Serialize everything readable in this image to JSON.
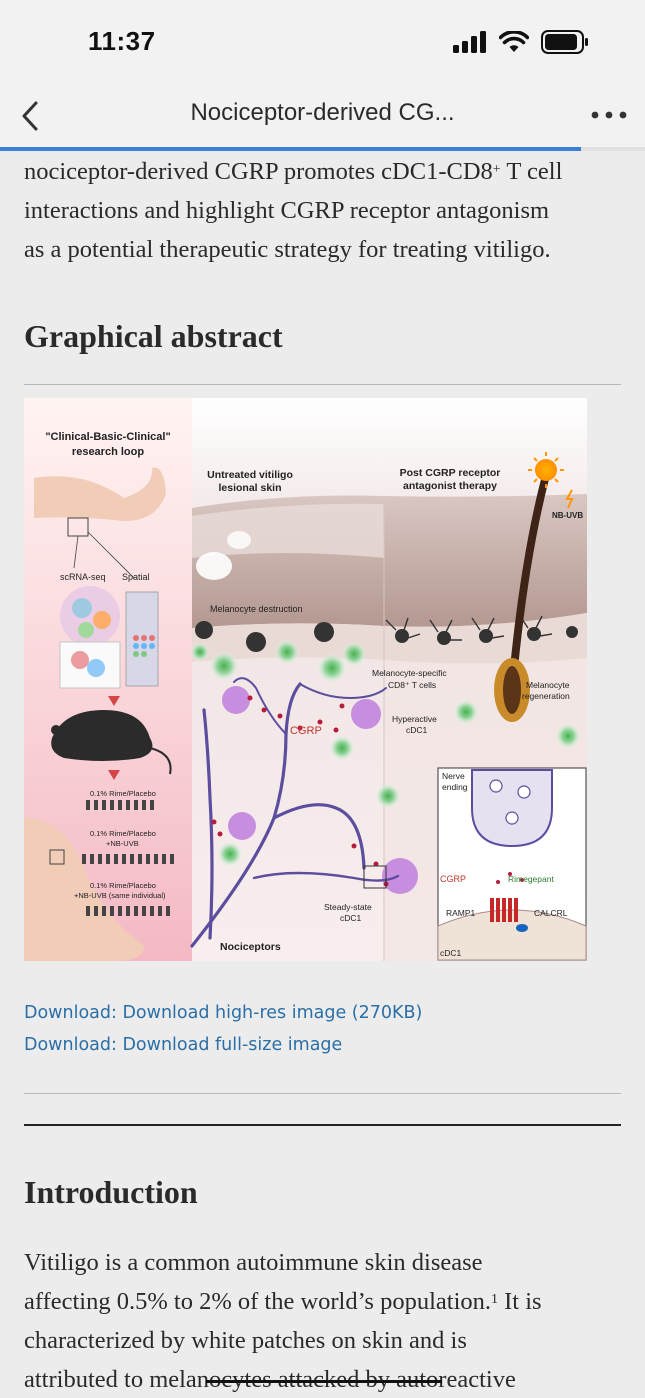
{
  "status": {
    "time": "11:37"
  },
  "nav": {
    "title": "Nociceptor-derived CG...",
    "progress": 0.9
  },
  "abstract": {
    "line1_pre": "nociceptor-derived CGRP promotes cDC1-CD8",
    "line1_sup": "+",
    "line1_post": " T cell",
    "line2": "interactions and highlight CGRP receptor antagonism",
    "line3": "as a potential therapeutic strategy for treating vitiligo."
  },
  "graphical_abstract": {
    "heading": "Graphical abstract",
    "figure": {
      "loop_title": "\"Clinical-Basic-Clinical\"",
      "loop_subtitle": "research loop",
      "untreated_1": "Untreated vitiligo",
      "untreated_2": "lesional skin",
      "post_1": "Post CGRP receptor",
      "post_2": "antagonist therapy",
      "nb_uvb": "NB-UVB",
      "scrna": "scRNA-seq",
      "spatial": "Spatial",
      "melanocyte_destruction": "Melanocyte destruction",
      "cd8_1": "Melanocyte-specific",
      "cd8_2": "CD8⁺ T cells",
      "regen_1": "Melanocyte",
      "regen_2": "regeneration",
      "cgrp": "CGRP",
      "hyper_1": "Hyperactive",
      "hyper_2": "cDC1",
      "rime_1": "0.1% Rime/Placebo",
      "rime_2a": "0.1% Rime/Placebo",
      "rime_2b": "+NB-UVB",
      "rime_3a": "0.1% Rime/Placebo",
      "rime_3b": "+NB-UVB (same individual)",
      "nerve_1": "Nerve",
      "nerve_2": "ending",
      "inset_cgrp": "CGRP",
      "rimegepant": "Rimegepant",
      "ramp1": "RAMP1",
      "calcrl": "CALCRL",
      "cdc1": "cDC1",
      "steady_1": "Steady-state",
      "steady_2": "cDC1",
      "nociceptors": "Nociceptors"
    }
  },
  "downloads": {
    "high_res": "Download: Download high-res image (270KB)",
    "full_size": "Download: Download full-size image"
  },
  "introduction": {
    "heading": "Introduction",
    "line1": "Vitiligo is a common autoimmune skin disease",
    "line2_pre": "affecting 0.5% to 2% of the world’s population.",
    "line2_sup": "1",
    "line2_post": " It is",
    "line3": "characterized by white patches on skin and is",
    "line4": "attributed to melanocytes attacked by autoreactive"
  },
  "colors": {
    "link": "#2a6fa8",
    "progress": "#3d7fd6",
    "background": "#ececec"
  },
  "icons": [
    "back-chevron-icon",
    "more-dots-icon",
    "signal-icon",
    "wifi-icon",
    "battery-icon"
  ]
}
